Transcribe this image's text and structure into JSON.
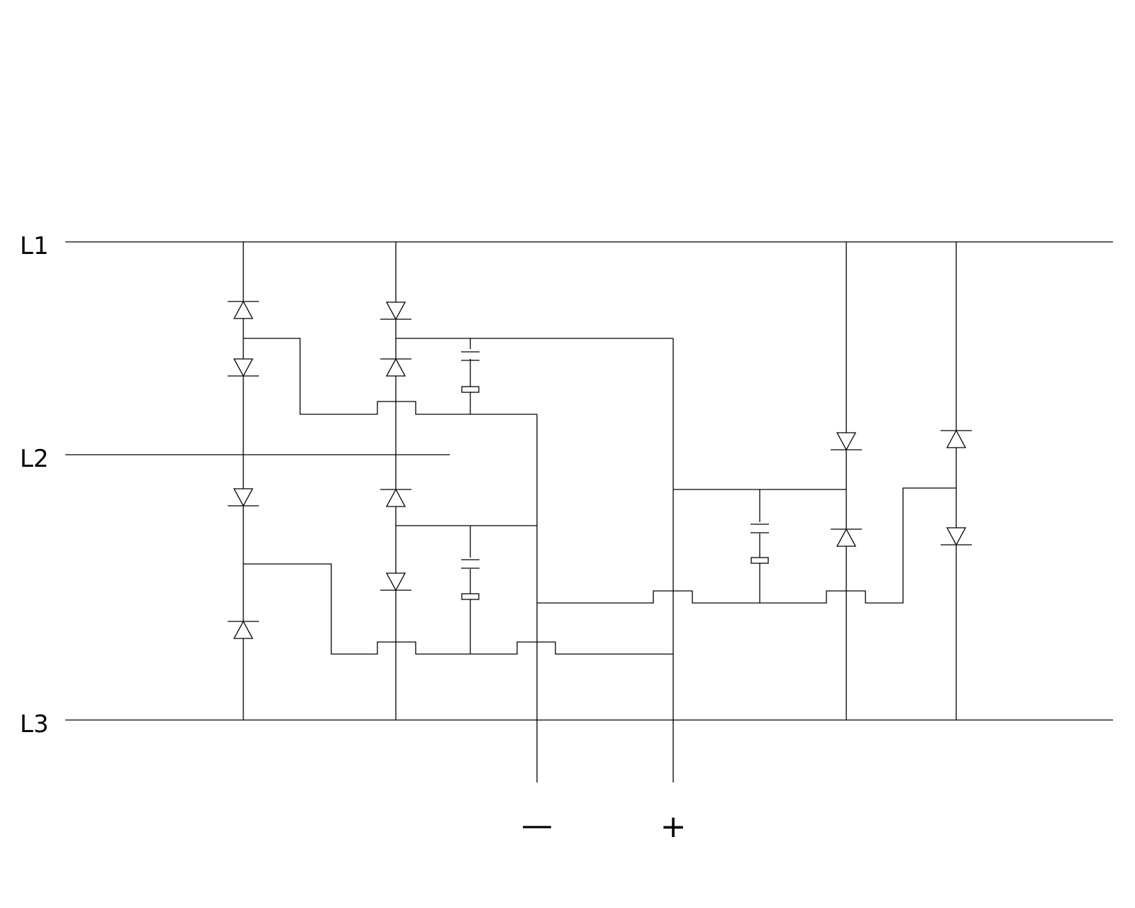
{
  "labels": {
    "line1": "L1",
    "line2": "L2",
    "line3": "L3",
    "terminal_negative": "—",
    "terminal_positive": "+"
  },
  "colors": {
    "line": "#000000",
    "background": "#ffffff"
  }
}
